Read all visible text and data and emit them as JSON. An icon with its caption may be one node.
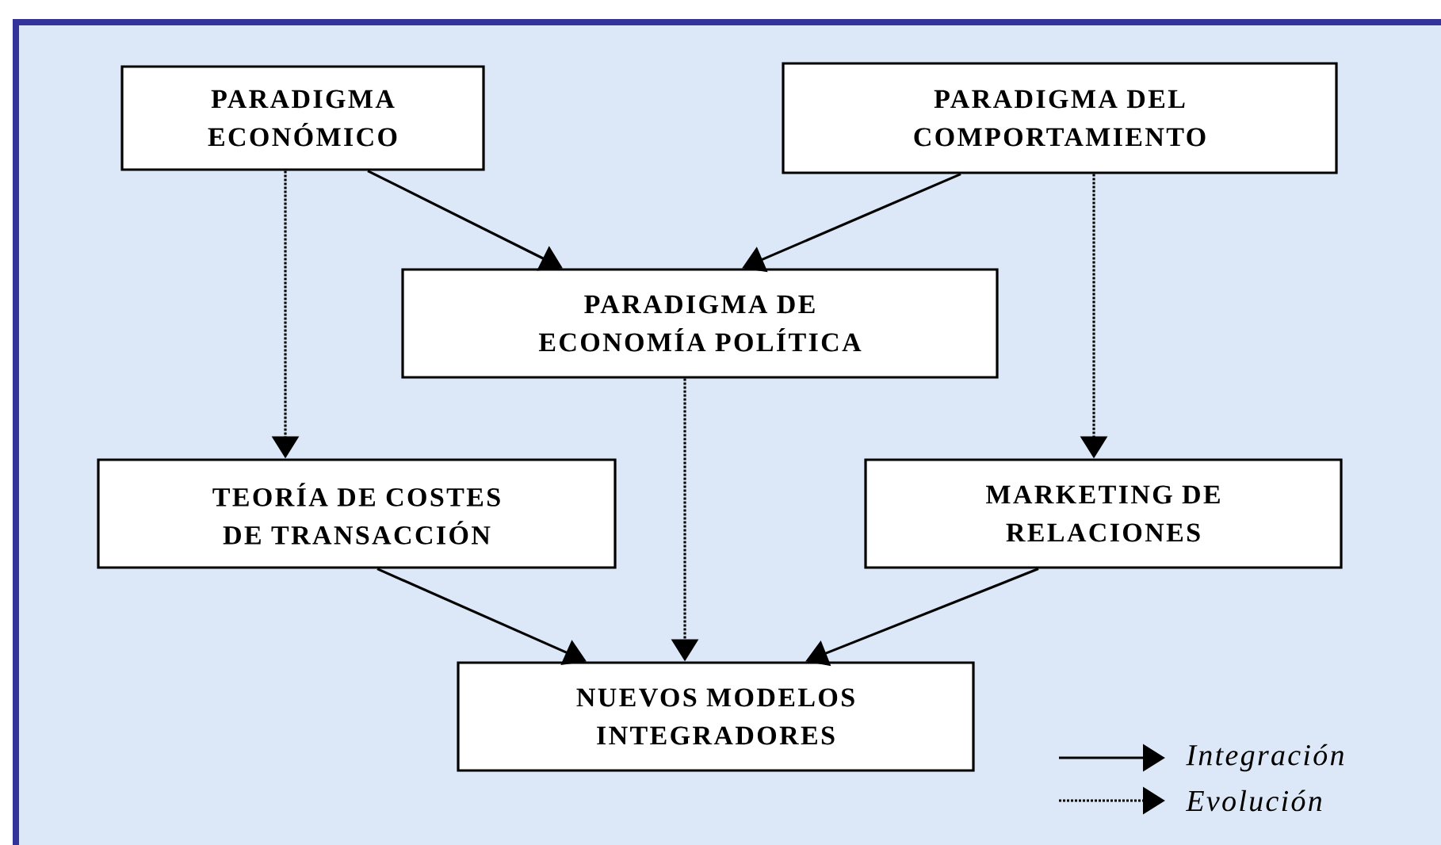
{
  "diagram": {
    "nodes": [
      {
        "text": [
          "PARADIGMA ECONÓMICO"
        ]
      },
      {
        "text": [
          "PARADIGMA DEL COMPORTAMIENTO"
        ]
      },
      {
        "text": [
          "PARADIGMA DE ECONOMÍA POLÍTICA"
        ]
      },
      {
        "text": [
          "TEORÍA DE COSTES DE TRANSACCIÓN"
        ]
      },
      {
        "text": [
          "MARKETING DE RELACIONES"
        ]
      },
      {
        "text": [
          "NUEVOS MODELOS INTEGRADORES"
        ]
      }
    ],
    "edges": [
      {
        "from": 0,
        "to": 2,
        "arrow": "to"
      },
      {
        "from": 1,
        "to": 2,
        "arrow": "to"
      },
      {
        "from": 0,
        "to": 3,
        "arrow": "to",
        "style": "dashed"
      },
      {
        "from": 1,
        "to": 4,
        "arrow": "to",
        "style": "dashed"
      },
      {
        "from": 2,
        "to": 5,
        "arrow": "to",
        "style": "dashed"
      },
      {
        "from": 3,
        "to": 5,
        "arrow": "to"
      },
      {
        "from": 4,
        "to": 5,
        "arrow": "to"
      }
    ],
    "legend": [
      {
        "text": "Integración"
      },
      {
        "text": "Evolución"
      }
    ]
  }
}
